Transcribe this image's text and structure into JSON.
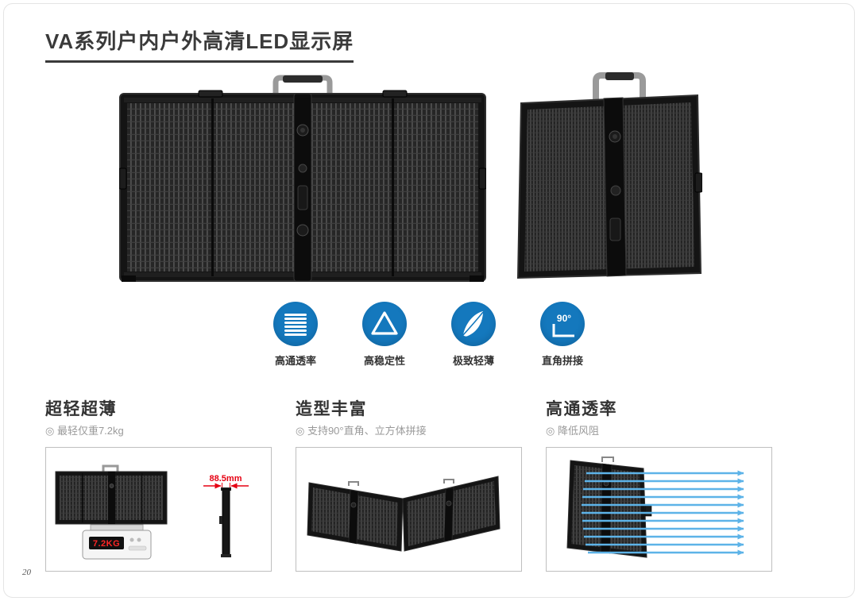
{
  "page": {
    "title": "VA系列户内户外高清LED显示屏",
    "page_number": "20"
  },
  "feature_icons": [
    {
      "label": "高通透率",
      "icon": "transmittance-lines-icon"
    },
    {
      "label": "高稳定性",
      "icon": "stability-triangle-icon"
    },
    {
      "label": "极致轻薄",
      "icon": "feather-icon"
    },
    {
      "label": "直角拼接",
      "icon": "right-angle-icon",
      "badge": "90°"
    }
  ],
  "features": [
    {
      "title": "超轻超薄",
      "subtitle": "◎ 最轻仅重7.2kg",
      "weight_label": "7.2KG",
      "thickness_label": "88.5mm"
    },
    {
      "title": "造型丰富",
      "subtitle": "◎ 支持90°直角、立方体拼接"
    },
    {
      "title": "高通透率",
      "subtitle": "◎ 降低风阻"
    }
  ],
  "colors": {
    "accent_blue": "#1478bd",
    "annotation_red": "#e60012",
    "arrow_blue": "#5db3e8"
  }
}
